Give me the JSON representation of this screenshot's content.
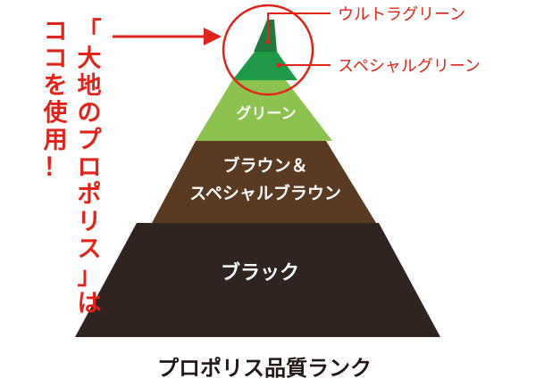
{
  "pyramid": {
    "tiers": [
      {
        "name": "ultra-green",
        "color": "#1f7a3c"
      },
      {
        "name": "special-green",
        "color": "#1e9a48"
      },
      {
        "name": "green",
        "label": "グリーン",
        "color": "#8cc34f"
      },
      {
        "name": "brown",
        "label_line1": "ブラウン＆",
        "label_line2": "スペシャルブラウン",
        "color": "#5b3a22"
      },
      {
        "name": "black",
        "label": "ブラック",
        "color": "#2f2420"
      }
    ]
  },
  "annotations": {
    "ultra_green": "ウルトラグリーン",
    "special_green": "スペシャルグリーン",
    "accent_color": "#e2231a"
  },
  "callout": {
    "col1": [
      "「",
      "大",
      "地",
      "の",
      "プ",
      "ロ",
      "ポ",
      "リ",
      "ス",
      "」",
      "は"
    ],
    "col2": [
      "コ",
      "コ",
      "を",
      "使",
      "用",
      "！"
    ]
  },
  "caption": "プロポリス品質ランク"
}
